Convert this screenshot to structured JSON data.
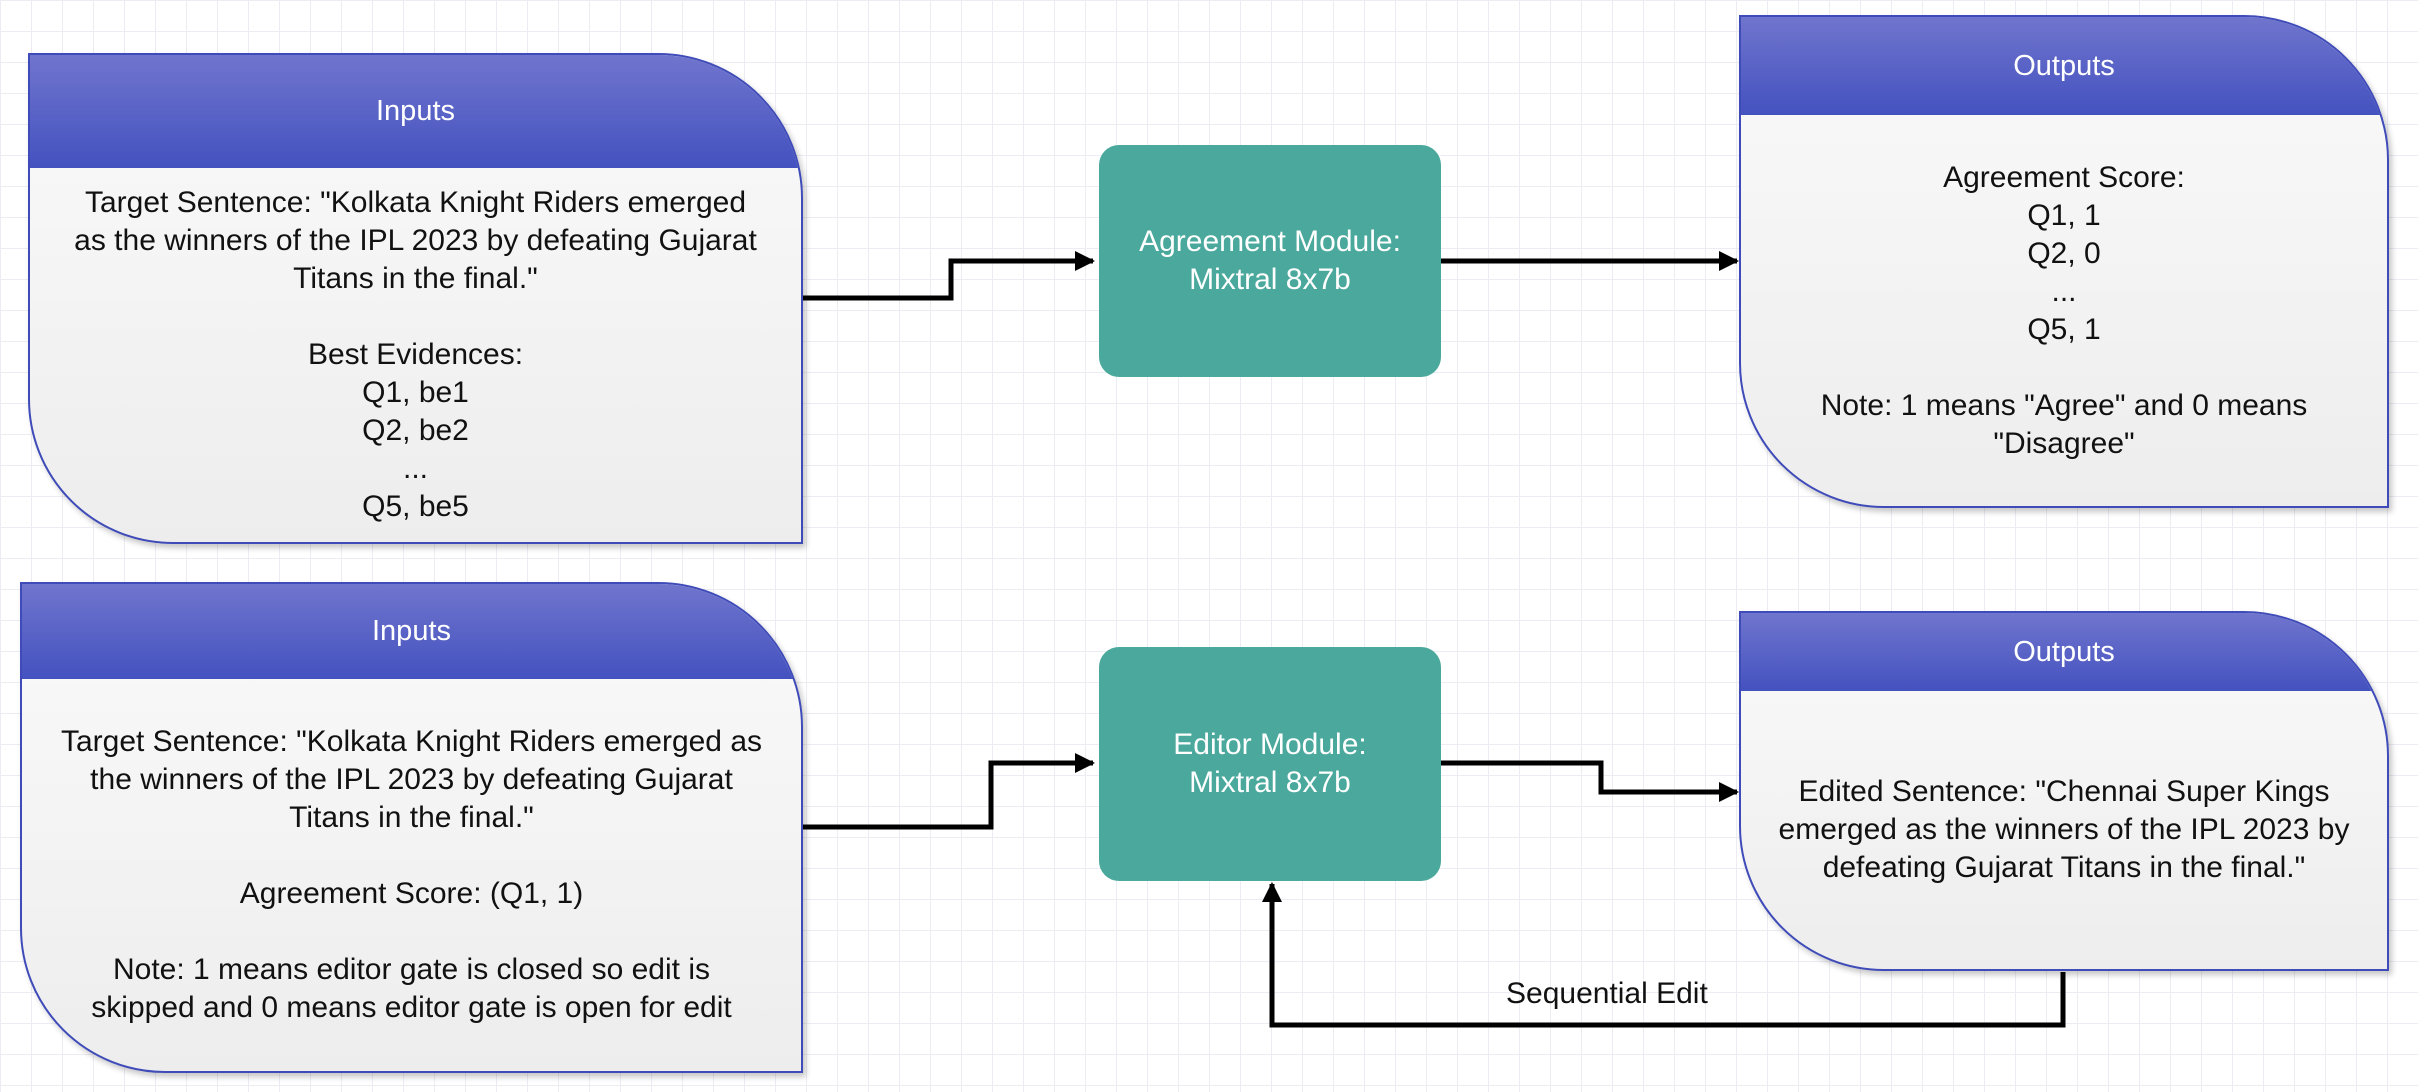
{
  "inputs_top": {
    "title": "Inputs",
    "target_line1": "Target Sentence: \"Kolkata Knight Riders emerged",
    "target_line2": "as the winners of the IPL 2023 by defeating Gujarat",
    "target_line3": "Titans in the final.\"",
    "evidence_heading": "Best Evidences:",
    "evidence_1": "Q1, be1",
    "evidence_2": "Q2, be2",
    "evidence_ellipsis": "...",
    "evidence_5": "Q5, be5"
  },
  "agreement_module": {
    "line1": "Agreement Module:",
    "line2": "Mixtral 8x7b"
  },
  "outputs_top": {
    "title": "Outputs",
    "score_heading": "Agreement Score:",
    "score_1": "Q1, 1",
    "score_2": "Q2, 0",
    "score_ellipsis": "...",
    "score_5": "Q5, 1",
    "note_line1": "Note: 1 means \"Agree\" and 0 means",
    "note_line2": "\"Disagree\""
  },
  "inputs_bottom": {
    "title": "Inputs",
    "target_line1": "Target Sentence: \"Kolkata Knight Riders emerged as",
    "target_line2": "the winners of the IPL 2023 by defeating Gujarat",
    "target_line3": "Titans in the final.\"",
    "score_line": "Agreement Score: (Q1, 1)",
    "note_line1": "Note: 1 means editor gate is closed so edit is",
    "note_line2": "skipped and 0 means editor gate is open for edit"
  },
  "editor_module": {
    "line1": "Editor Module:",
    "line2": "Mixtral 8x7b"
  },
  "outputs_bottom": {
    "title": "Outputs",
    "edited_line1": "Edited Sentence: \"Chennai Super Kings",
    "edited_line2": "emerged as the winners of the IPL 2023 by",
    "edited_line3": "defeating Gujarat Titans in the final.\""
  },
  "feedback_label": "Sequential Edit",
  "colors": {
    "header_gradient_top": "#7075cd",
    "header_gradient_bottom": "#4452c0",
    "box_border": "#3e4bb8",
    "module_fill": "#4aa89c",
    "arrow": "#000000"
  }
}
